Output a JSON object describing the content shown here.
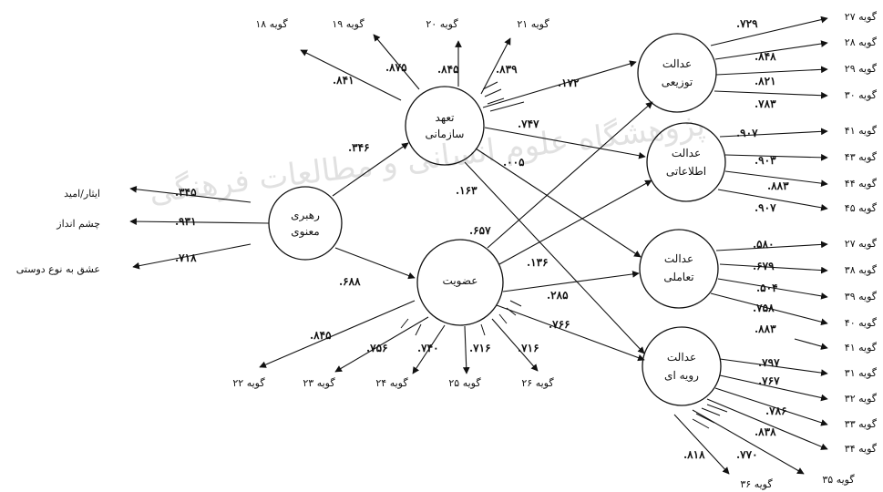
{
  "diagram": {
    "constructs": {
      "spiritual_leadership": {
        "line1": "رهبری",
        "line2": "معنوی"
      },
      "organizational_commitment": {
        "line1": "تعهد",
        "line2": "سازمانی"
      },
      "membership": {
        "line1": "عضویت",
        "line2": ""
      },
      "distributive_justice": {
        "line1": "عدالت",
        "line2": "توزیعی"
      },
      "informational_justice": {
        "line1": "عدالت",
        "line2": "اطلاعاتی"
      },
      "interactional_justice": {
        "line1": "عدالت",
        "line2": "تعاملی"
      },
      "procedural_justice": {
        "line1": "عدالت",
        "line2": "رویه ای"
      }
    },
    "leadership_indicators": [
      {
        "label": "ایثار/امید",
        "loading": ".۳۴۵"
      },
      {
        "label": "چشم انداز",
        "loading": ".۹۳۱"
      },
      {
        "label": "عشق به نوع دوستی",
        "loading": ".۷۱۸"
      }
    ],
    "commitment_indicators": [
      {
        "label": "گویه ۱۸",
        "loading": ".۸۴۱"
      },
      {
        "label": "گویه ۱۹",
        "loading": ".۸۷۵"
      },
      {
        "label": "گویه ۲۰",
        "loading": ".۸۴۵"
      },
      {
        "label": "گویه ۲۱",
        "loading": ".۸۳۹"
      }
    ],
    "membership_indicators": [
      {
        "label": "گویه ۲۲",
        "loading": ".۸۴۵"
      },
      {
        "label": "گویه ۲۳",
        "loading": ".۷۵۶"
      },
      {
        "label": "گویه ۲۴",
        "loading": ".۷۴۰"
      },
      {
        "label": "گویه ۲۵",
        "loading": ".۷۱۶"
      },
      {
        "label": "گویه ۲۶",
        "loading": ".۷۱۶"
      }
    ],
    "distributive_indicators": [
      {
        "label": "گویه ۲۷",
        "loading": ".۷۲۹"
      },
      {
        "label": "گویه ۲۸",
        "loading": ".۸۴۸"
      },
      {
        "label": "گویه ۲۹",
        "loading": ".۸۲۱"
      },
      {
        "label": "گویه ۳۰",
        "loading": ".۷۸۳"
      }
    ],
    "informational_indicators": [
      {
        "label": "گویه ۴۱",
        "loading": ".۹۰۷"
      },
      {
        "label": "گویه ۴۳",
        "loading": ".۹۰۳"
      },
      {
        "label": "گویه ۴۴",
        "loading": ".۸۸۳"
      },
      {
        "label": "گویه ۴۵",
        "loading": ".۹۰۷"
      }
    ],
    "interactional_indicators": [
      {
        "label": "گویه ۲۷",
        "loading": ".۵۸۰"
      },
      {
        "label": "گویه ۳۸",
        "loading": ".۶۷۹"
      },
      {
        "label": "گویه ۳۹",
        "loading": ".۵۰۴"
      },
      {
        "label": "گویه ۴۰",
        "loading": ".۷۵۸"
      }
    ],
    "procedural_indicators": [
      {
        "label": "گویه ۴۱",
        "loading": ".۸۸۳"
      },
      {
        "label": "گویه ۳۱",
        "loading": ".۷۹۷"
      },
      {
        "label": "گویه ۳۲",
        "loading": ".۷۶۷"
      },
      {
        "label": "گویه ۳۳",
        "loading": ".۷۸۶"
      },
      {
        "label": "گویه ۳۴",
        "loading": ".۸۳۸"
      },
      {
        "label": "گویه ۳۵",
        "loading": ".۷۷۰"
      },
      {
        "label": "گویه ۳۶",
        "loading": ".۸۱۸"
      }
    ],
    "structural_paths": {
      "leadership_to_commitment": ".۳۴۶",
      "leadership_to_membership": ".۶۸۸",
      "commitment_to_distributive": ".۱۷۲",
      "commitment_to_informational": ".۷۴۷",
      "commitment_to_interactional": ".۰۰۵",
      "commitment_to_procedural": ".۱۶۳",
      "membership_to_distributive": ".۶۵۷",
      "membership_to_informational": ".۱۳۶",
      "membership_to_interactional": ".۲۸۵",
      "membership_to_procedural": ".۷۶۶"
    },
    "watermark": "پژوهشگاه علوم انسانی و مطالعات فرهنگی"
  }
}
